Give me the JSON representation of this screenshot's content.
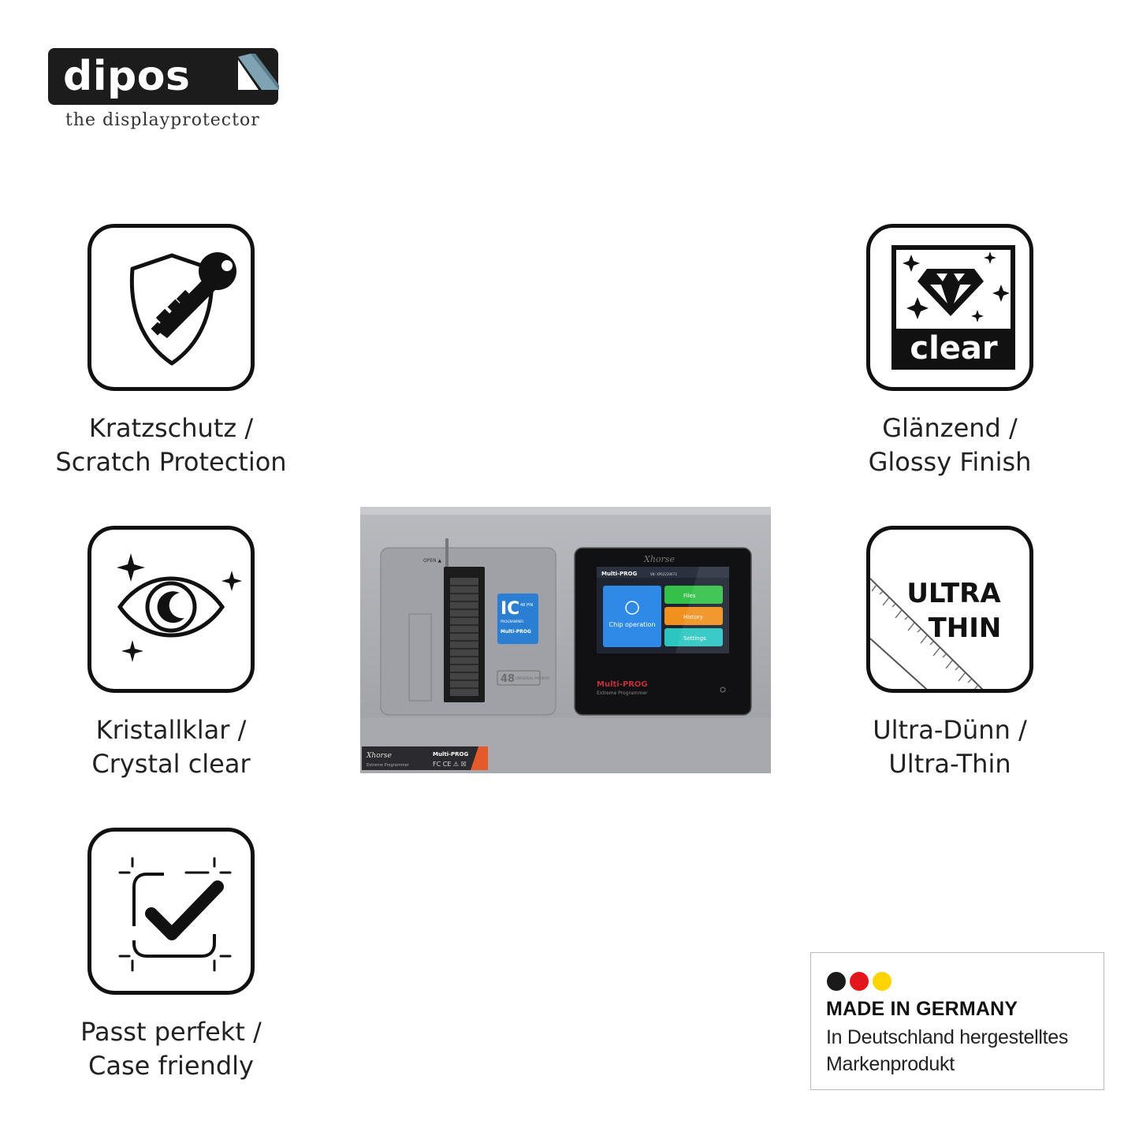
{
  "brand": {
    "name": "dipos",
    "tagline": "the displayprotector"
  },
  "features": [
    {
      "icon": "shield-key-icon",
      "line1": "Kratzschutz /",
      "line2": "Scratch Protection"
    },
    {
      "icon": "eye-sparkle-icon",
      "line1": "Kristallklar /",
      "line2": "Crystal clear"
    },
    {
      "icon": "case-check-icon",
      "line1": "Passt perfekt /",
      "line2": "Case friendly"
    },
    {
      "icon": "diamond-clear-icon",
      "icon_text": "clear",
      "line1": "Glänzend /",
      "line2": "Glossy Finish"
    },
    {
      "icon": "ultra-thin-ruler-icon",
      "icon_text_1": "ULTRA",
      "icon_text_2": "THIN",
      "line1": "Ultra-Dünn /",
      "line2": "Ultra-Thin"
    }
  ],
  "made_in_germany": {
    "title": "MADE IN GERMANY",
    "line1": "In Deutschland hergestelltes",
    "line2": "Markenprodukt",
    "colors": [
      "#1a1a1a",
      "#e3171b",
      "#ffd400"
    ]
  },
  "device": {
    "socket_label": "OPEN ▲",
    "brand_top": "Xhorse",
    "badge_ic": "IC",
    "badge_pin": "48 PIN",
    "badge_small": "PROGRAMMER",
    "badge_model": "Multi-PROG",
    "pin_count": "48",
    "pin_text": "UNIVERSAL PINDRIVE",
    "screen_title": "Multi-PROG",
    "screen_sn": "SN: XP02220673",
    "tile_main": "Chip operation",
    "tile_files": "Files",
    "tile_history": "History",
    "tile_settings": "Settings",
    "panel_model": "Multi-PROG",
    "panel_sub": "Extreme Programmer",
    "footer_brand": "Xhorse",
    "footer_sub": "Extreme Programmer",
    "footer_model": "Multi-PROG",
    "footer_certs": "FC CE ⚠ ☒"
  }
}
